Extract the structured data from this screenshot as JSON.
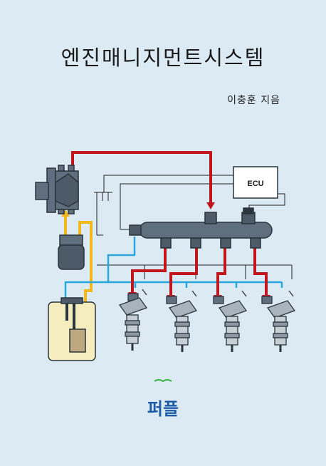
{
  "book": {
    "title": "엔진매니지먼트시스템",
    "author": "이충훈 지음",
    "publisher_logo_text": "퍼플"
  },
  "diagram": {
    "ecu_label": "ECU"
  },
  "colors": {
    "background": "#dcebf3",
    "high_pressure_line": "#c0161c",
    "return_line": "#2aa6dc",
    "supply_line": "#f3b81b",
    "component": "#5f6f7e",
    "tank_fuel": "#f5edbd",
    "publisher_green": "#3bb34a",
    "publisher_blue": "#1a5aa6"
  }
}
